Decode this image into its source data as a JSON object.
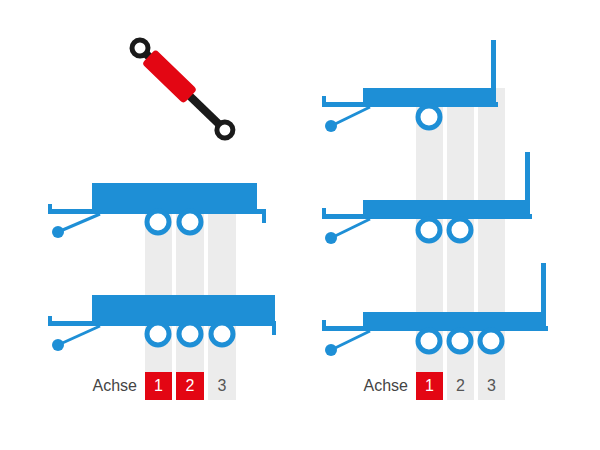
{
  "diagram": {
    "nodes": [
      {
        "text": [
          "1"
        ]
      },
      {
        "text": [
          "2"
        ]
      },
      {
        "text": [
          "3"
        ]
      },
      {
        "text": [
          "1"
        ]
      },
      {
        "text": [
          "2"
        ]
      },
      {
        "text": [
          "3"
        ]
      }
    ],
    "labels": [
      "Achse",
      "Achse"
    ]
  }
}
